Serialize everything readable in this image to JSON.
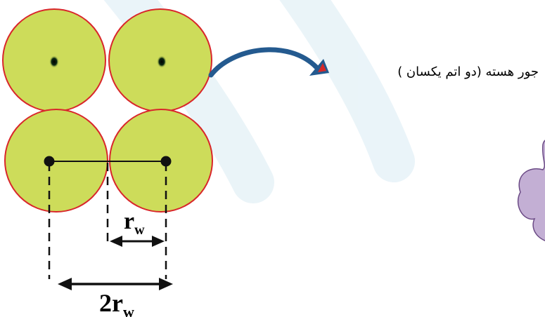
{
  "colors": {
    "atom_fill": "#cddc5a",
    "atom_stroke": "#d9262b",
    "arrow": "#245a8f",
    "arrow_tip": "#d62828",
    "watermark": "#e8f3f8",
    "cloud_fill": "#c3afd4",
    "cloud_stroke": "#6b4a85",
    "line": "#111111"
  },
  "labels": {
    "radius_symbol": "r",
    "radius_subscript": "w",
    "diameter_prefix": "2",
    "diameter_symbol": "r",
    "diameter_subscript": "w",
    "caption": "جور هسته (دو اتم یکسان )"
  },
  "icons": {
    "nucleus": "nucleus-dot-icon",
    "pointer_arrow": "curved-arrow-icon",
    "cloud": "cloud-shape-icon"
  }
}
